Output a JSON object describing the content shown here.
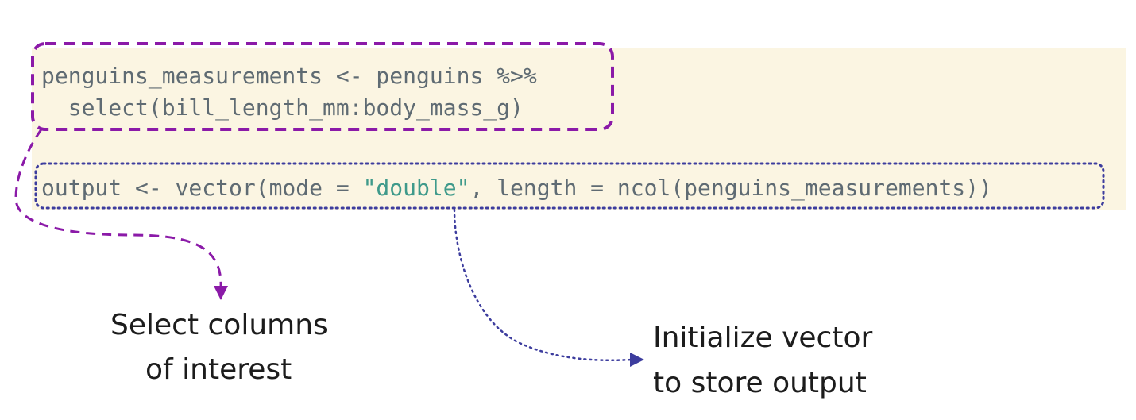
{
  "code": {
    "line1": "penguins_measurements <- penguins %>%",
    "line2": "  select(bill_length_mm:body_mass_g)",
    "line3_before": "output <- vector(mode = ",
    "line3_string": "\"double\"",
    "line3_after": ", length = ncol(penguins_measurements))"
  },
  "annotations": {
    "select": {
      "line1": "Select columns",
      "line2": "of interest",
      "color": "#8b1aa8"
    },
    "initialize": {
      "line1": "Initialize vector",
      "line2": "to store output",
      "color": "#3d3d9e"
    }
  },
  "colors": {
    "code_background": "#fbf5e2",
    "code_text": "#5f6b73",
    "string_literal": "#3f9a8b"
  }
}
